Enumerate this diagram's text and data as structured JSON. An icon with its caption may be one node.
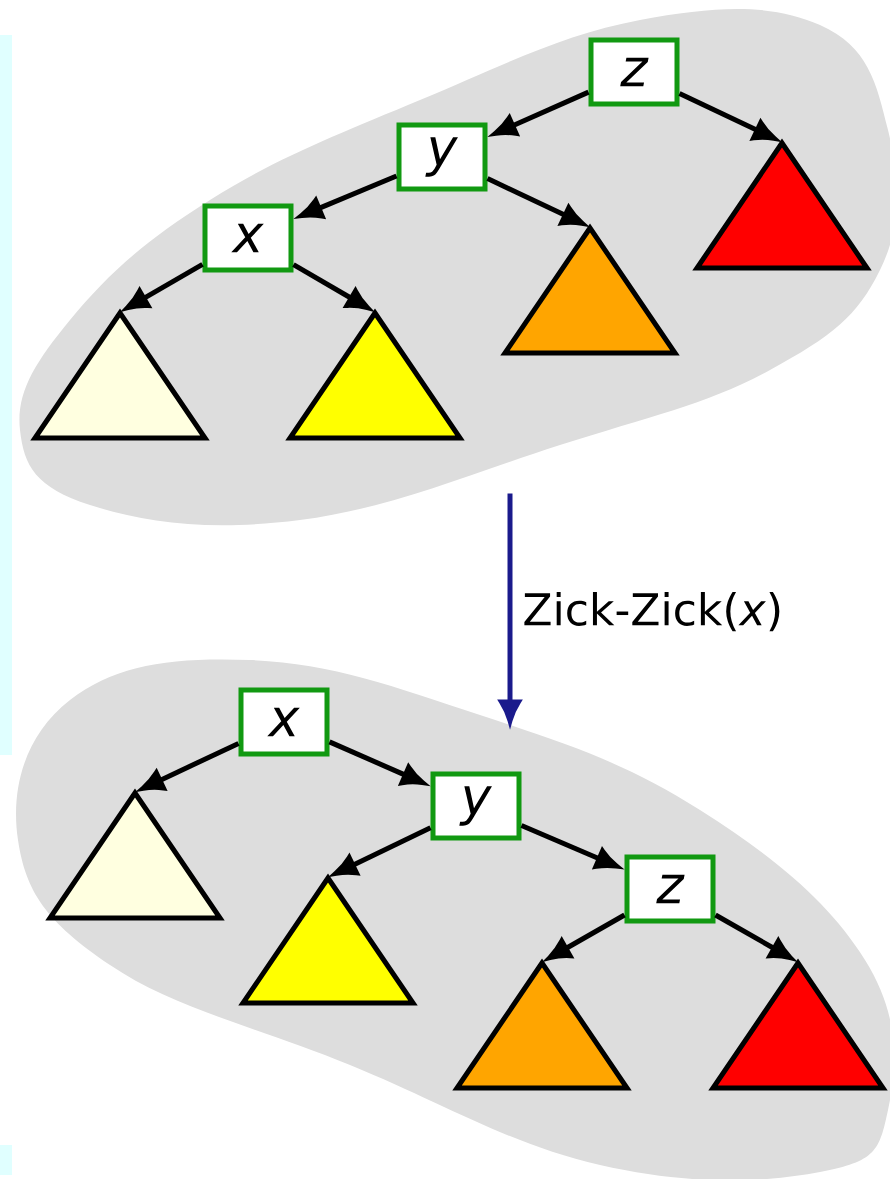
{
  "diagram": {
    "nodes": [
      {
        "text": [],
        "shape": "blob"
      },
      {
        "text": [
          "z"
        ],
        "in": 0
      },
      {
        "text": [
          "y"
        ],
        "in": 0
      },
      {
        "text": [
          "x"
        ],
        "in": 0
      },
      {
        "text": [],
        "shape": "triangle",
        "in": 0
      },
      {
        "text": [],
        "shape": "triangle",
        "in": 0
      },
      {
        "text": [],
        "shape": "triangle",
        "in": 0
      },
      {
        "text": [],
        "shape": "triangle",
        "in": 0
      },
      {
        "text": [],
        "shape": "blob"
      },
      {
        "text": [
          "x"
        ],
        "in": 8
      },
      {
        "text": [
          "y"
        ],
        "in": 8
      },
      {
        "text": [
          "z"
        ],
        "in": 8
      },
      {
        "text": [],
        "shape": "triangle",
        "in": 8
      },
      {
        "text": [],
        "shape": "triangle",
        "in": 8
      },
      {
        "text": [],
        "shape": "triangle",
        "in": 8
      },
      {
        "text": [],
        "shape": "triangle",
        "in": 8
      }
    ],
    "edges": [
      {
        "from": 1,
        "to": 2,
        "arrow": "to"
      },
      {
        "from": 1,
        "to": 7,
        "arrow": "to"
      },
      {
        "from": 2,
        "to": 3,
        "arrow": "to"
      },
      {
        "from": 2,
        "to": 6,
        "arrow": "to"
      },
      {
        "from": 3,
        "to": 4,
        "arrow": "to"
      },
      {
        "from": 3,
        "to": 5,
        "arrow": "to"
      },
      {
        "from": 9,
        "to": 12,
        "arrow": "to"
      },
      {
        "from": 9,
        "to": 10,
        "arrow": "to"
      },
      {
        "from": 10,
        "to": 13,
        "arrow": "to"
      },
      {
        "from": 10,
        "to": 11,
        "arrow": "to"
      },
      {
        "from": 11,
        "to": 14,
        "arrow": "to"
      },
      {
        "from": 11,
        "to": 15,
        "arrow": "to"
      },
      {
        "from": 0,
        "to": 8,
        "arrow": "to",
        "label": "Zick-Zick(*x*)",
        "color": "#1a1a8c"
      }
    ]
  }
}
